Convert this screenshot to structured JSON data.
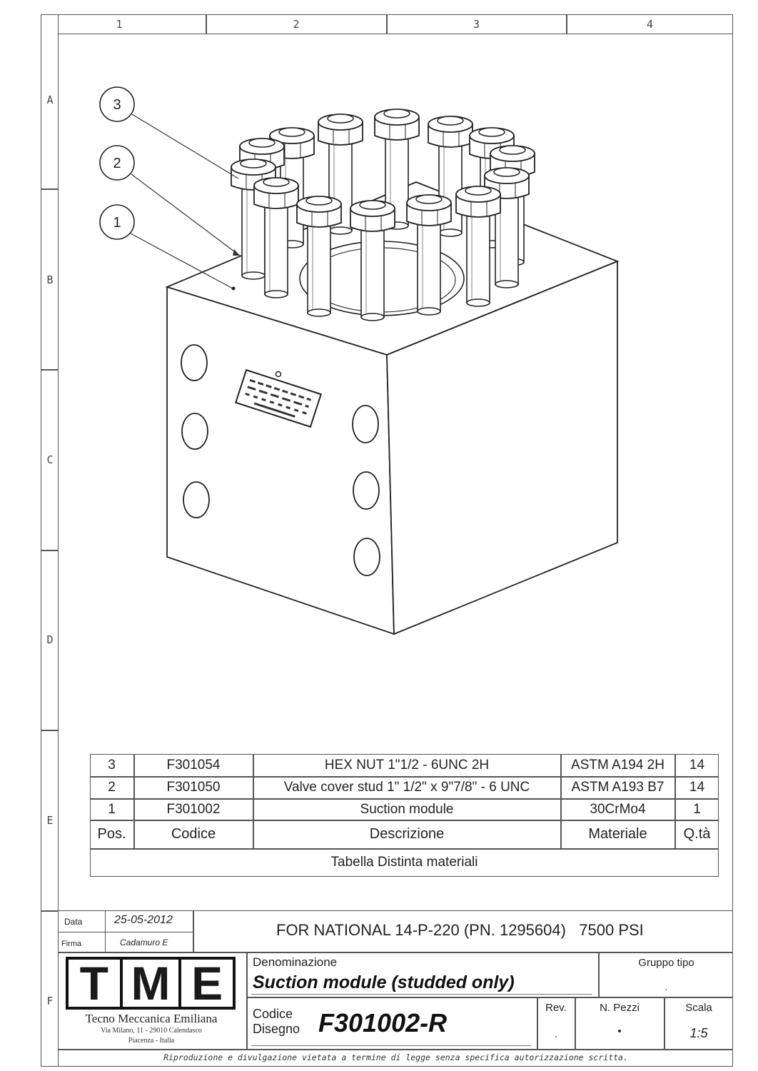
{
  "zones": {
    "columns": [
      "1",
      "2",
      "3",
      "4"
    ],
    "rows": [
      "A",
      "B",
      "C",
      "D",
      "E",
      "F"
    ]
  },
  "balloons": [
    "3",
    "2",
    "1"
  ],
  "bom": {
    "rows": [
      {
        "pos": "3",
        "codice": "F301054",
        "descrizione": "HEX NUT 1\"1/2 - 6UNC 2H",
        "materiale": "ASTM A194 2H",
        "qta": "14"
      },
      {
        "pos": "2",
        "codice": "F301050",
        "descrizione": "Valve cover stud 1\" 1/2\" x 9\"7/8\" - 6 UNC",
        "materiale": "ASTM A193 B7",
        "qta": "14"
      },
      {
        "pos": "1",
        "codice": "F301002",
        "descrizione": "Suction module",
        "materiale": "30CrMo4",
        "qta": "1"
      }
    ],
    "headers": {
      "pos": "Pos.",
      "codice": "Codice",
      "descrizione": "Descrizione",
      "materiale": "Materiale",
      "qta": "Q.tà"
    },
    "title": "Tabella Distinta materiali"
  },
  "title_block": {
    "data_label": "Data",
    "data_value": "25-05-2012",
    "firma_label": "Firma",
    "firma_value": "Cadamuro E",
    "header": "FOR NATIONAL 14-P-220 (PN. 1295604)   7500 PSI",
    "logo_letters": [
      "T",
      "M",
      "E"
    ],
    "company_name": "Tecno Meccanica Emiliana",
    "company_address": "Via Milano, 11 - 29010 Calendasco",
    "company_city": "Piacenza - Italia",
    "denominazione_label": "Denominazione",
    "denominazione_value": "Suction module (studded only)",
    "gruppo_label": "Gruppo tipo",
    "gruppo_value": ".",
    "codice_label_1": "Codice",
    "codice_label_2": "Disegno",
    "codice_value": "F301002-R",
    "rev_label": "Rev.",
    "rev_value": ".",
    "npezzi_label": "N. Pezzi",
    "npezzi_value": "•",
    "scala_label": "Scala",
    "scala_value": "1:5",
    "footer": "Riproduzione e divulgazione vietata a termine di legge senza specifica autorizzazione scritta."
  }
}
